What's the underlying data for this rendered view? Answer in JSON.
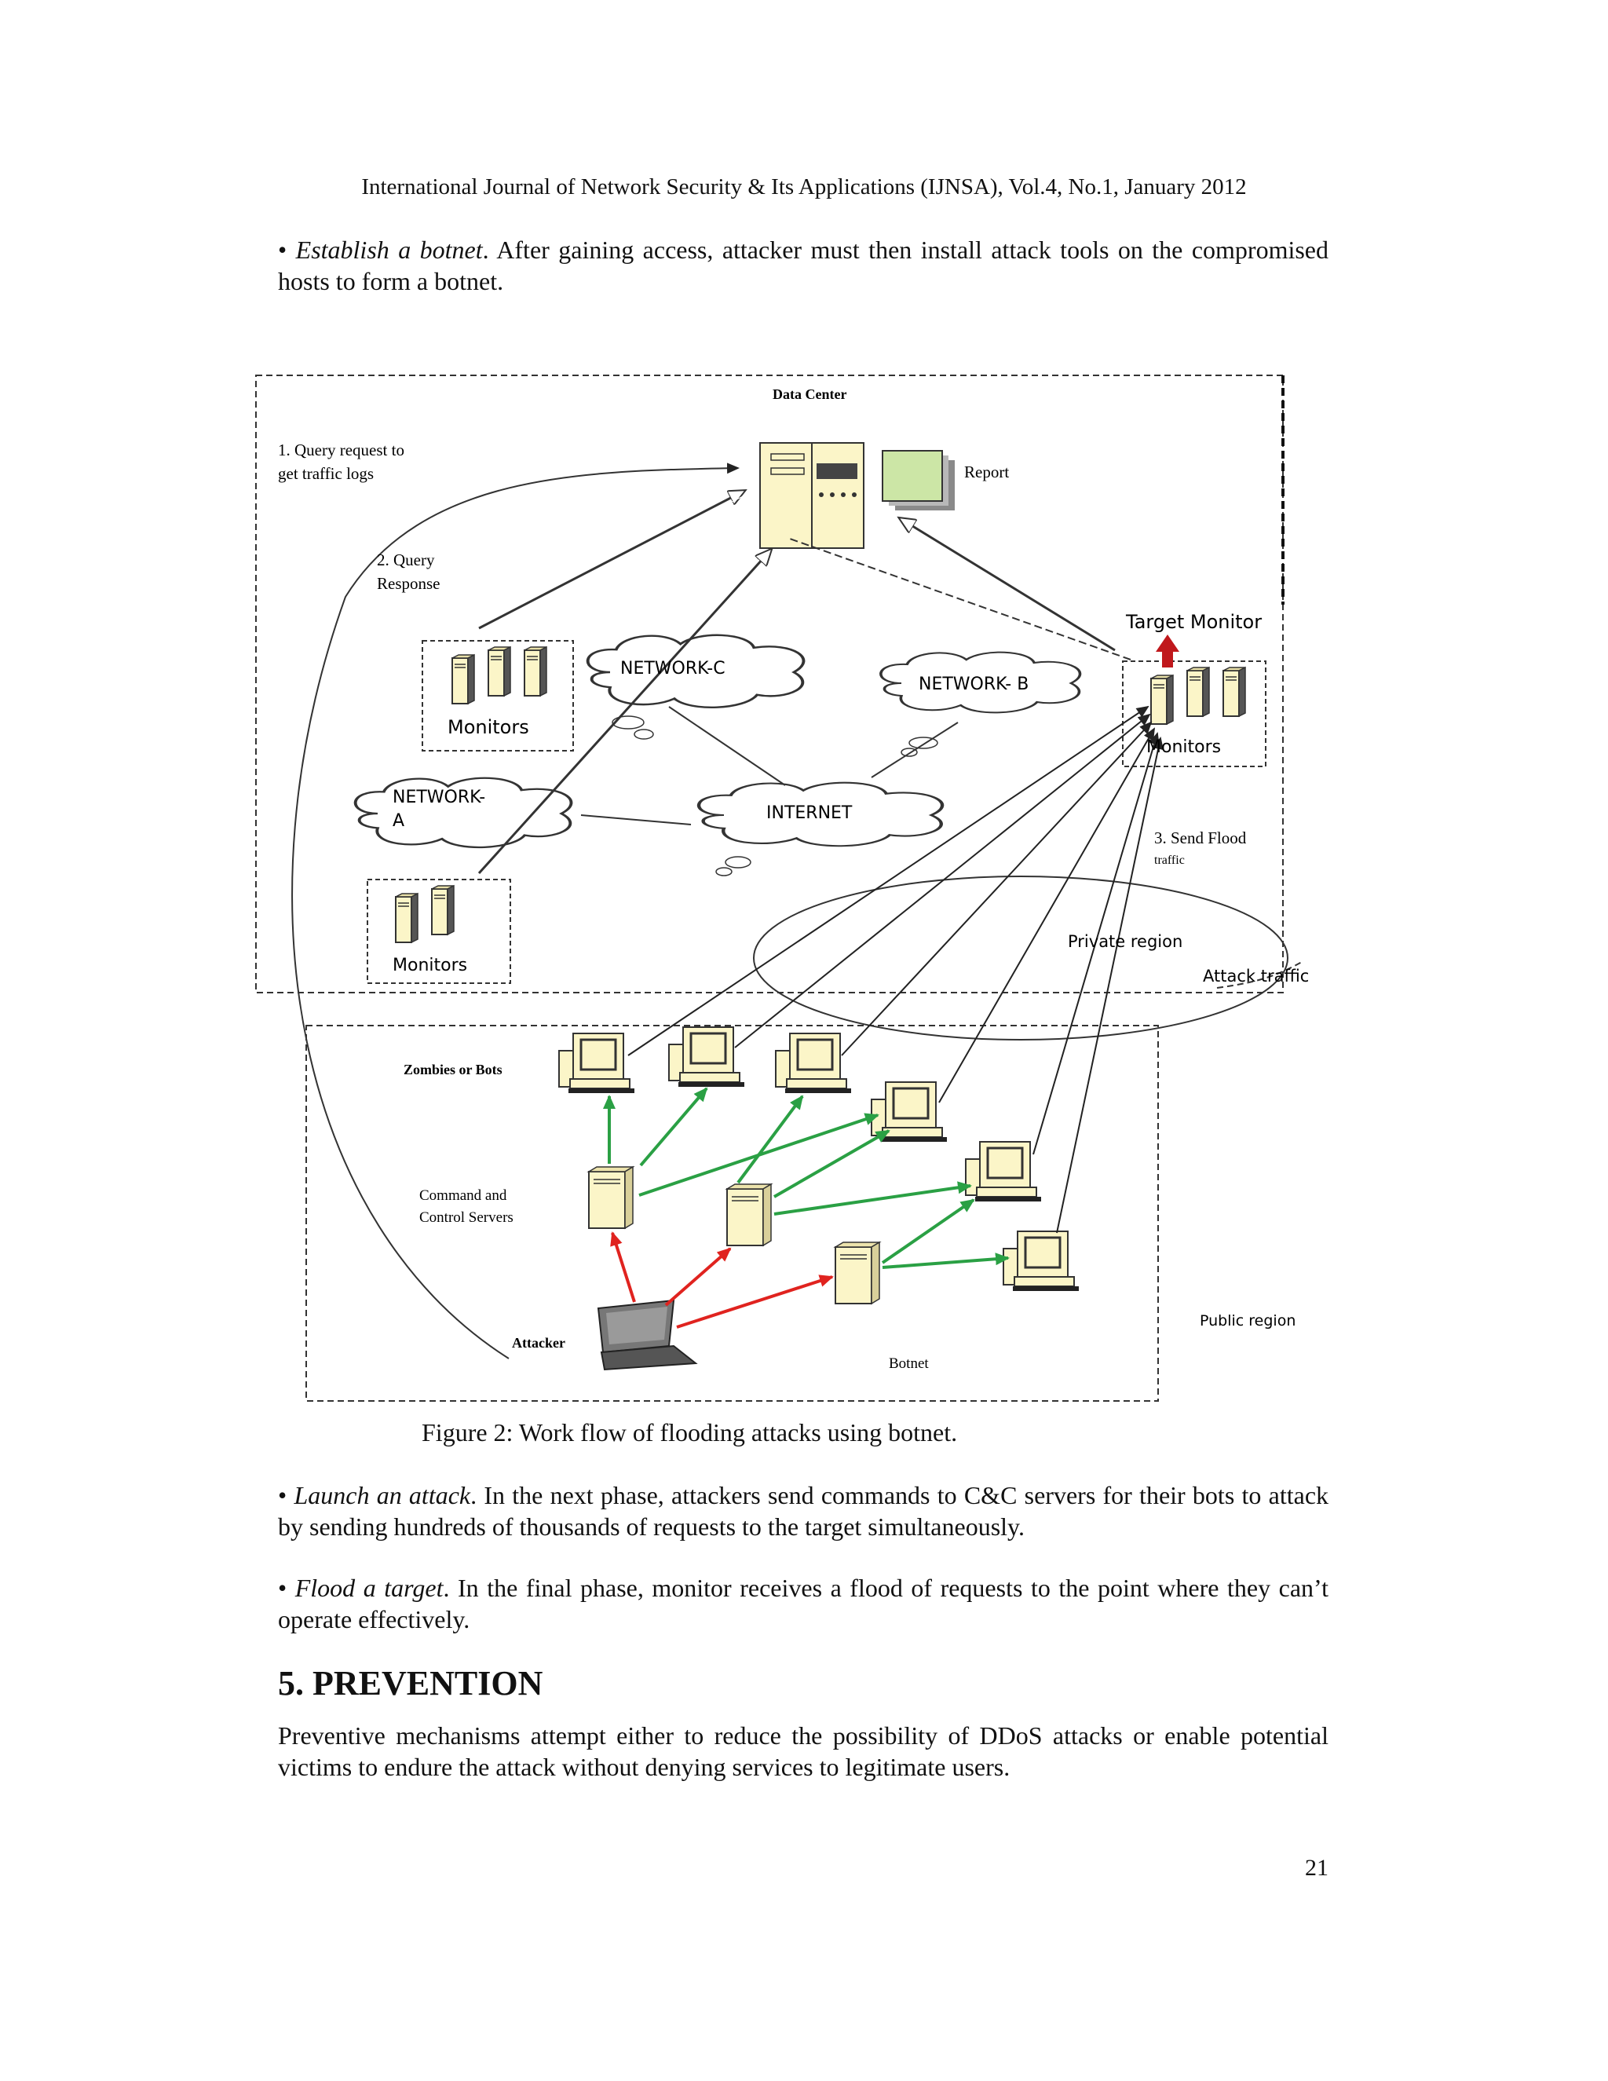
{
  "header": {
    "running_title": "International Journal of Network Security & Its Applications (IJNSA), Vol.4, No.1, January 2012"
  },
  "para1": {
    "lead": "• ",
    "term": "Establish a botnet",
    "text": ". After gaining access, attacker must then install attack tools on the compromised hosts to form a botnet."
  },
  "figure": {
    "data_center": "Data Center",
    "step1_line1": "1. Query request to",
    "step1_line2": "get traffic logs",
    "step2_line1": "2. Query",
    "step2_line2": "Response",
    "report": "Report",
    "target_monitor": "Target Monitor",
    "network_c": "NETWORK-C",
    "network_b": "NETWORK- B",
    "network_a_line1": "NETWORK-",
    "network_a_line2": "A",
    "internet": "INTERNET",
    "monitors_c": "Monitors",
    "monitors_b": "Monitors",
    "monitors_a": "Monitors",
    "step3_line1": "3. Send Flood",
    "step3_line2": "traffic",
    "private_region": "Private region",
    "attack_traffic": "Attack traffic",
    "zombies": "Zombies or Bots",
    "cc_line1": "Command and",
    "cc_line2": "Control Servers",
    "attacker": "Attacker",
    "botnet": "Botnet",
    "public_region": "Public region",
    "colors": {
      "command_arrow": "#e0231f",
      "bot_arrow": "#2aa044",
      "target_arrow": "#c0181c",
      "device_fill": "#fbf5c8"
    }
  },
  "caption": "Figure 2: Work flow of flooding attacks using botnet.",
  "para2": {
    "lead": "• ",
    "term": "Launch an attack",
    "text": ". In the next phase, attackers send commands to C&C servers for their bots to attack by sending hundreds of thousands of requests to the target simultaneously."
  },
  "para3": {
    "lead": "• ",
    "term": "Flood a target",
    "text": ". In the final phase, monitor receives a flood of requests to the point where they can’t operate effectively."
  },
  "section": {
    "title": "5. PREVENTION"
  },
  "para4": {
    "text": "Preventive mechanisms attempt either to reduce the possibility of DDoS attacks or enable potential victims to endure the attack without denying services to legitimate users."
  },
  "page_number": "21"
}
